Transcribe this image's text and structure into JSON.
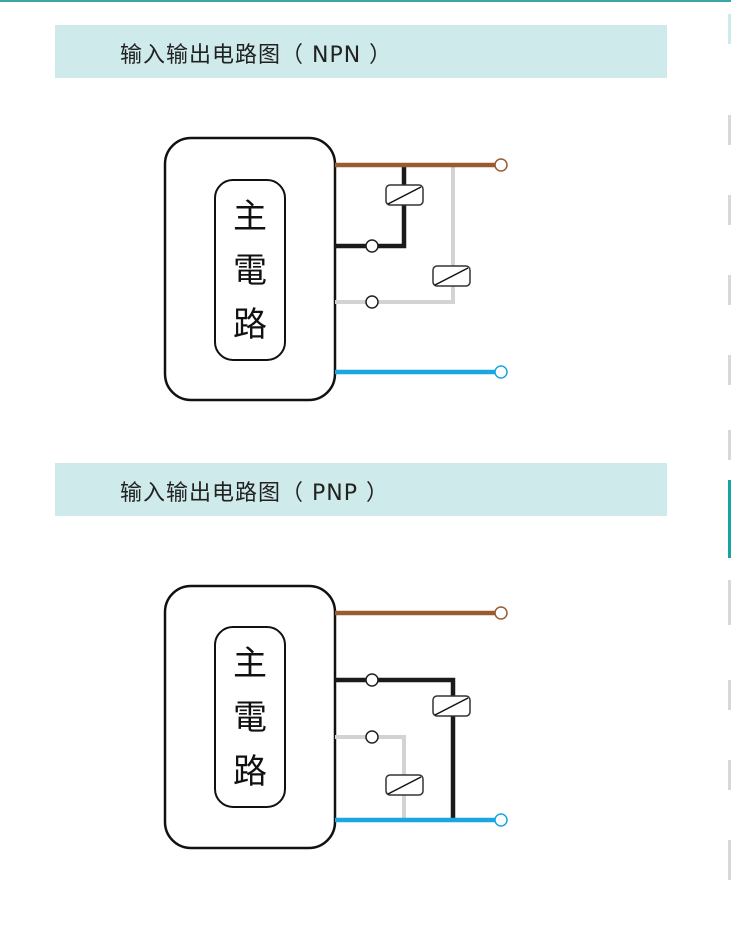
{
  "sections": [
    {
      "title": "输入输出电路图（ NPN ）",
      "box_label": [
        "主",
        "電",
        "路"
      ]
    },
    {
      "title": "输入输出电路图（ PNP ）",
      "box_label": [
        "主",
        "電",
        "路"
      ]
    }
  ],
  "colors": {
    "brown": "#9a5b32",
    "black": "#1a1a1a",
    "gray": "#d3d3d3",
    "blue": "#1aa6e0",
    "band": "#cfeaea",
    "accent": "#1aa39d"
  }
}
